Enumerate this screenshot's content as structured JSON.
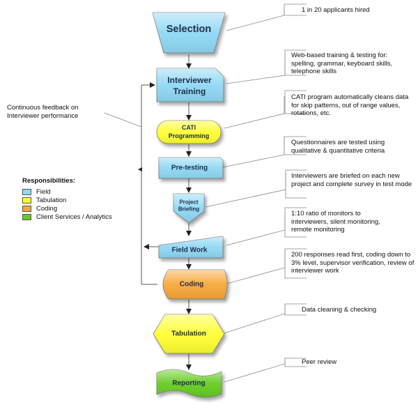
{
  "steps": [
    {
      "label": "Selection",
      "color": "#8fd8f4"
    },
    {
      "label_line1": "Interviewer",
      "label_line2": "Training",
      "color": "#8fd8f4"
    },
    {
      "label_line1": "CATI",
      "label_line2": "Programming",
      "color": "#ffff33"
    },
    {
      "label": "Pre-testing",
      "color": "#8fd8f4"
    },
    {
      "label_line1": "Project",
      "label_line2": "Briefing",
      "color": "#8fd8f4"
    },
    {
      "label": "Field Work",
      "color": "#8fd8f4"
    },
    {
      "label": "Coding",
      "color": "#f7a83a"
    },
    {
      "label": "Tabulation",
      "color": "#ffff33"
    },
    {
      "label": "Reporting",
      "color": "#66cc22"
    }
  ],
  "notes": [
    "1 in 20 applicants hired",
    "Web-based training & testing for: spelling, grammar, keyboard skills, telephone skills",
    "CATI program automatically cleans data for skip patterns, out of range values, rotations, etc.",
    "Questionnaires are tested using qualitative & quantitative criteria",
    "Interviewers are briefed on each new project and complete survey in test mode",
    "1:10 ratio of monitors to interviewers, silent monitoring, remote monitoring",
    "200 responses read first, coding down to 3% level, supervisor verification, review of interviewer work",
    "Data cleaning & checking",
    "Peer review"
  ],
  "feedback_note": "Continuous feedback on Interviewer performance",
  "legend": {
    "title": "Responsibilities:",
    "items": [
      {
        "label": "Field",
        "color": "#8fd8f4"
      },
      {
        "label": "Tabulation",
        "color": "#ffff33"
      },
      {
        "label": "Coding",
        "color": "#f7a83a"
      },
      {
        "label": "Client Services / Analytics",
        "color": "#66cc22"
      }
    ]
  }
}
